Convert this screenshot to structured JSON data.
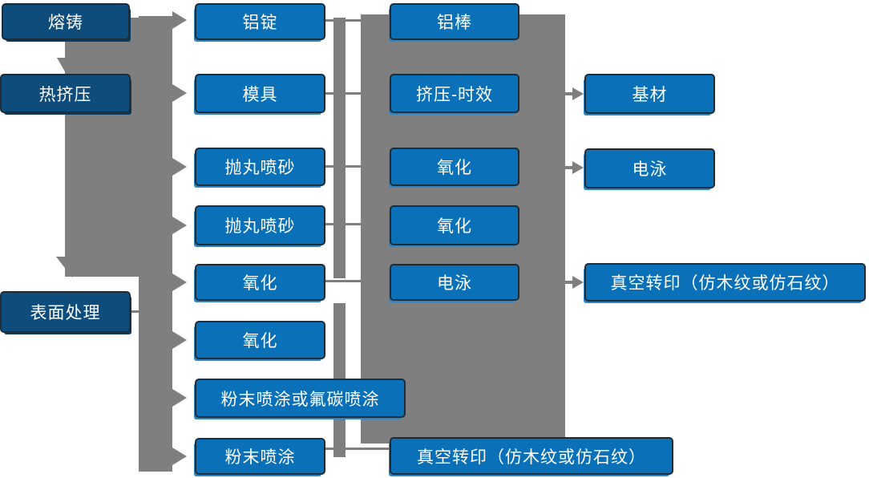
{
  "diagram": {
    "stage_column": {
      "melting": "熔铸",
      "hot_extrusion": "热挤压",
      "surface_treatment": "表面处理"
    },
    "process_column": {
      "aluminum_ingot": "铝锭",
      "mold": "模具",
      "shot_blasting_1": "抛丸喷砂",
      "shot_blasting_2": "抛丸喷砂",
      "oxidation_1": "氧化",
      "oxidation_2": "氧化",
      "powder_or_fluorocarbon": "粉末喷涂或氟碳喷涂",
      "powder_coating": "粉末喷涂"
    },
    "output_column": {
      "aluminum_rod": "铝棒",
      "extrusion_aging": "挤压-时效",
      "oxidation_3": "氧化",
      "oxidation_4": "氧化",
      "electrophoresis_1": "电泳",
      "vacuum_transfer_bottom": "真空转印（仿木纹或仿石纹）"
    },
    "final_column": {
      "substrate": "基材",
      "electrophoresis_2": "电泳",
      "vacuum_transfer_right": "真空转印（仿木纹或仿石纹）"
    },
    "colors": {
      "node_blue": "#0a71b8",
      "node_dark_blue": "#0d4c7b",
      "connector_gray": "#7f7f7f",
      "node_border": "#1f2b36",
      "text": "#ffffff"
    }
  }
}
